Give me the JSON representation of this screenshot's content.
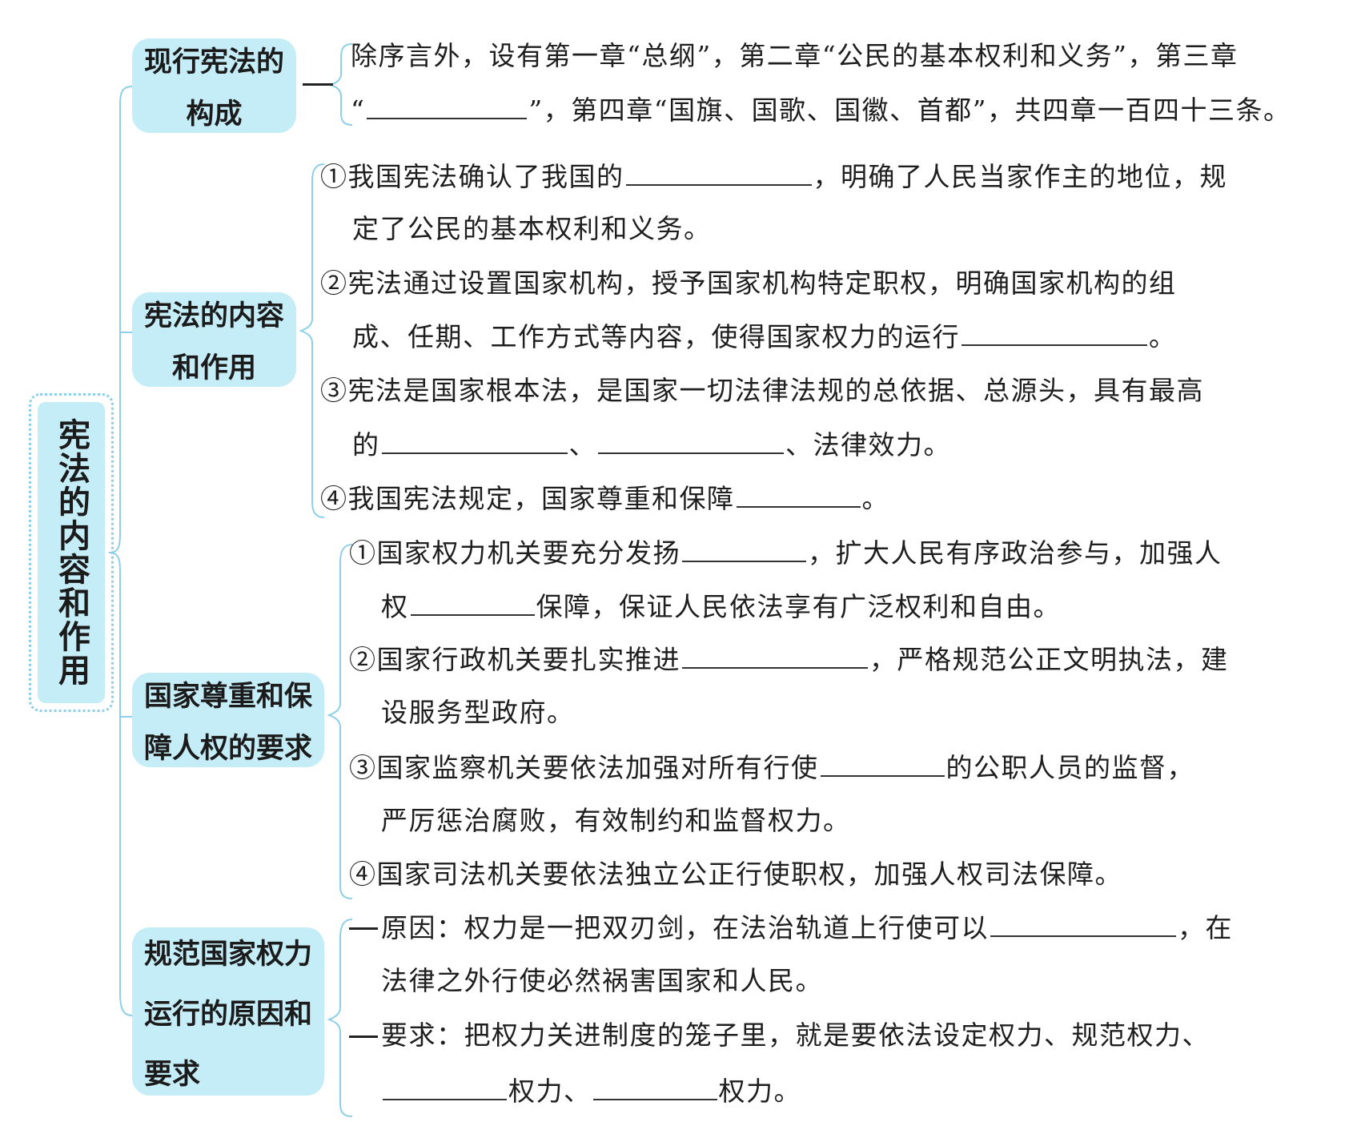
{
  "root": {
    "title": "宪法的内容和作用"
  },
  "sections": [
    {
      "label_lines": [
        "现行宪法的",
        "构成"
      ],
      "lines": [
        [
          "除序言外，设有第一章“总纲”，第二章“公民的基本权利和义务”，第三章"
        ],
        [
          "“",
          "”，第四章“国旗、国歌、国徽、首都”，共四章一百四十三条。"
        ]
      ]
    },
    {
      "label_lines": [
        "宪法的内容",
        "和作用"
      ],
      "lines": [
        [
          "①我国宪法确认了我国的",
          "，明确了人民当家作主的地位，规"
        ],
        [
          "定了公民的基本权利和义务。"
        ],
        [
          "②宪法通过设置国家机构，授予国家机构特定职权，明确国家机构的组"
        ],
        [
          "成、任期、工作方式等内容，使得国家权力的运行",
          "。"
        ],
        [
          "③宪法是国家根本法，是国家一切法律法规的总依据、总源头，具有最高"
        ],
        [
          "的",
          "、",
          "、法律效力。"
        ],
        [
          "④我国宪法规定，国家尊重和保障",
          "。"
        ]
      ]
    },
    {
      "label_lines": [
        "国家尊重和保",
        "障人权的要求"
      ],
      "lines": [
        [
          "①国家权力机关要充分发扬",
          "，扩大人民有序政治参与，加强人"
        ],
        [
          "权",
          "保障，保证人民依法享有广泛权利和自由。"
        ],
        [
          "②国家行政机关要扎实推进",
          "，严格规范公正文明执法，建"
        ],
        [
          "设服务型政府。"
        ],
        [
          "③国家监察机关要依法加强对所有行使",
          "的公职人员的监督，"
        ],
        [
          "严厉惩治腐败，有效制约和监督权力。"
        ],
        [
          "④国家司法机关要依法独立公正行使职权，加强人权司法保障。"
        ]
      ]
    },
    {
      "label_lines": [
        "规范国家权力",
        "运行的原因和",
        "要求"
      ],
      "lines": [
        [
          "原因：权力是一把双刃剑，在法治轨道上行使可以",
          "，在"
        ],
        [
          "法律之外行使必然祸害国家和人民。"
        ],
        [
          "要求：把权力关进制度的笼子里，就是要依法设定权力、规范权力、"
        ],
        [
          "",
          "权力、",
          "权力。"
        ]
      ]
    }
  ],
  "colors": {
    "topic_fill": "#c5edf7",
    "line": "#8ccfe8"
  }
}
